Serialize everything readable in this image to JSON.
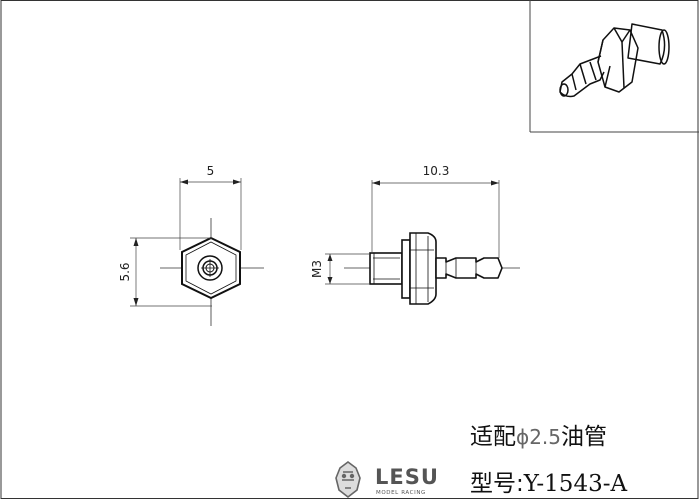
{
  "dimensions": {
    "hex_width": "5",
    "hex_height": "5.6",
    "total_length": "10.3",
    "thread": "M3"
  },
  "caption": {
    "line1_prefix": "适配",
    "line1_phi": "ϕ",
    "line1_size": "2.5",
    "line1_suffix": "油管",
    "line2_label": "型号:",
    "line2_code": "Y-1543-A"
  },
  "logo": {
    "brand": "LESU",
    "subtitle": "MODEL RACING"
  }
}
